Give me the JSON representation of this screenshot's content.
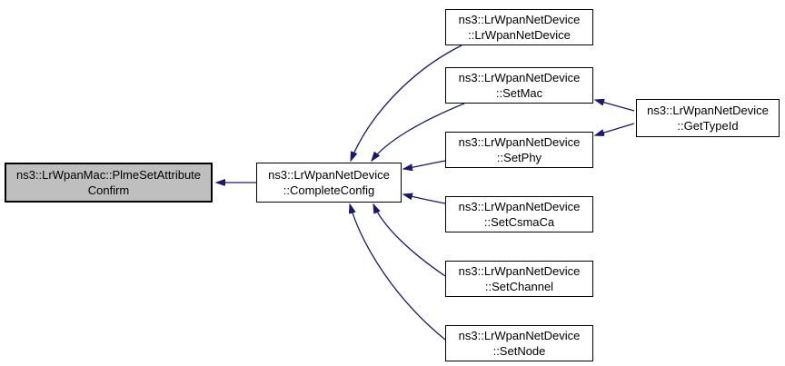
{
  "diagram": {
    "type": "doxygen-caller-graph",
    "colors": {
      "edge": "#191970",
      "border": "#000000",
      "node_fill": "#ffffff",
      "highlight_fill": "#bfbfbf",
      "background": "#ffffff",
      "text": "#000000"
    },
    "nodes": {
      "plme": {
        "line1": "ns3::LrWpanMac::PlmeSetAttribute",
        "line2": "Confirm",
        "highlighted": true
      },
      "complete_config": {
        "line1": "ns3::LrWpanNetDevice",
        "line2": "::CompleteConfig",
        "highlighted": false
      },
      "ctor": {
        "line1": "ns3::LrWpanNetDevice",
        "line2": "::LrWpanNetDevice",
        "highlighted": false
      },
      "set_mac": {
        "line1": "ns3::LrWpanNetDevice",
        "line2": "::SetMac",
        "highlighted": false
      },
      "set_phy": {
        "line1": "ns3::LrWpanNetDevice",
        "line2": "::SetPhy",
        "highlighted": false
      },
      "set_csma_ca": {
        "line1": "ns3::LrWpanNetDevice",
        "line2": "::SetCsmaCa",
        "highlighted": false
      },
      "set_channel": {
        "line1": "ns3::LrWpanNetDevice",
        "line2": "::SetChannel",
        "highlighted": false
      },
      "set_node": {
        "line1": "ns3::LrWpanNetDevice",
        "line2": "::SetNode",
        "highlighted": false
      },
      "get_type_id": {
        "line1": "ns3::LrWpanNetDevice",
        "line2": "::GetTypeId",
        "highlighted": false
      }
    },
    "edges": [
      {
        "from": "complete_config",
        "to": "plme"
      },
      {
        "from": "ctor",
        "to": "complete_config"
      },
      {
        "from": "set_mac",
        "to": "complete_config"
      },
      {
        "from": "set_phy",
        "to": "complete_config"
      },
      {
        "from": "set_csma_ca",
        "to": "complete_config"
      },
      {
        "from": "set_channel",
        "to": "complete_config"
      },
      {
        "from": "set_node",
        "to": "complete_config"
      },
      {
        "from": "get_type_id",
        "to": "set_mac"
      },
      {
        "from": "get_type_id",
        "to": "set_phy"
      }
    ]
  }
}
